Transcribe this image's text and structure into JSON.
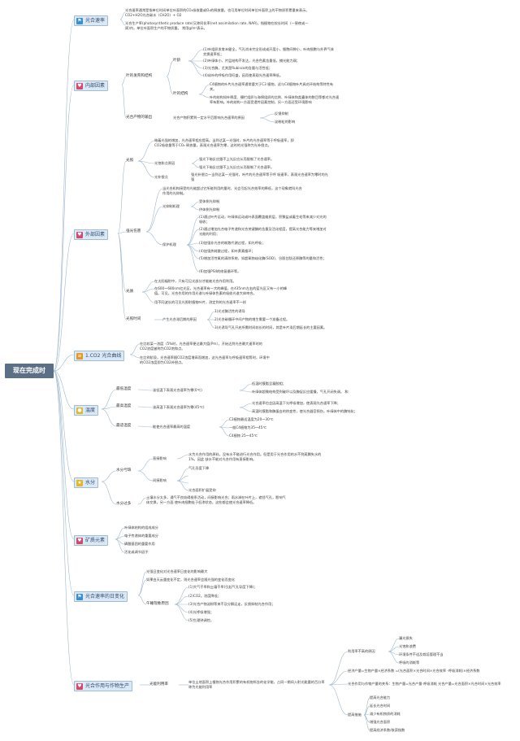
{
  "root": "现在完成时",
  "colors": {
    "line": "#9fb8d0",
    "category_bg": "#dbe9f6",
    "root_bg": "#5b6f86"
  },
  "sections": {
    "rate": {
      "title": "光合速率",
      "icon": "flag-icon",
      "t1": "光合速率通常是指单位时间单位叶面积的CO₂吸收量或O₂的释放量，也可用单位时间单位叶面积上的干物质积累量来表示。 CO2+H2O光合碳水（CH2O）+ O2",
      "t2": "光合生产率(photosynthetic produce rate)又称同化率(net assimilation rate, NAR)，指植物在较长时间（一昼夜或一周)内，单位叶面积生产的干物质量。 常用g/m²表示。"
    },
    "internal": {
      "title": "内部因素",
      "icon": "heart-icon",
      "n1": "叶的发育和结构",
      "n1a": "叶龄",
      "n1a1": "(1)叶组织发育未健全，气孔尚未完全形成或开度小，细胞间隙小，叶肉细胞与外界气体交换速率低；",
      "n1a2": "(2)叶绿体小，片层结构不发达，光合色素含量低，捕光能力弱；",
      "n1a3": "(3)光合酶，尤其是Rubisco的含量与活性低；",
      "n1a4": "(4)幼叶的呼吸作用旺盛，因而使表观光合速率降低。",
      "n1b": "叶的结构",
      "n1b1": "C4植物的叶片光合速率通常要大于C3 植物，这与C4植物叶片具花环结构等特性有关。",
      "n1b2": "叶的结构如叶厚度、栅栏组织与海绵组织的比例、叶绿体和类囊体的数目等都对光合速率有影响。叶的结构一方面受遗传因素控制，另一方面还受环境影响",
      "n2": "光合产物的输出",
      "n2a": "光合产物积累到一定水平后影响光合速率的原因",
      "n2a1": "反馈抑制",
      "n2a2": "淀粉粒的影响"
    },
    "external": {
      "title": "外部因素",
      "icon": "heart-icon",
      "light": "光照",
      "light_t": "暗着光强的增加，光合速率相应提高。当到达某一光强时，叶片的光合速率等于呼吸速率，即CO2吸收量等于CO₂ 释放量，表观光合速率为零，这时的光强称为光补偿点。",
      "lc": "光饱和点原因",
      "lc1": "强光下暗反应跟不上光反应从而限制了光合速率。",
      "lc2": "强光下暗反应跟不上光反应从而限制了光合速率。",
      "lcp": "光补偿点",
      "lcp1": "强光补偿点一当到达某一光强时，叶片的光合速率等于呼 吸速率，表观光合速率为零时的光强",
      "inhib": "强光伤害",
      "inhib_t": "当光合机构接受的光能超过它所能利用的量时，光会引起光合效率的降低，这个现象就叫光合作用的光抑制。",
      "inhib_mech": "光抑制机理",
      "inhib_m1": "受体侧光抑制",
      "inhib_m2": "供体侧光抑制",
      "protect": "保护机理",
      "p1": "(1)通过叶片运动，叶绿体运动或叶表面覆盖蜡质层，积聚盐或着生毛等来减少对光的吸收；",
      "p2": "(2)通过增加光合电子传递和光合关键酶的含量及活化程度，提高光合能力等来增加对光能的利用；",
      "p3": "(3)加强非光合的耗散代谢过程，如光呼吸；",
      "p4": "(4)加强热耗散过程，如叶黄素循环；",
      "p5": "(5)增加活性氧的清除系统，如超氧物歧化酶(SOD)、谷胱甘肽还原酶等的量和活性；",
      "p6": "(6)加强PSII的修复循环等。",
      "quality": "光质",
      "q1": "在太阳辐射中，只有可见光部分才能被光合作用利用。",
      "q2": "在600～680nm红光区，光合速率有一大的峰值，在435nm左右的蓝光区又有一小的峰值。可见，光合作用的作用光谱与叶绿体色素的吸收光谱大体吻合。",
      "q3": "用不同波长的可见光照射植物叶片，测定到的光合速率不一样",
      "time": "光照时间",
      "time_n": "产生光合滞后期的原因",
      "time1": "1)光对酶活性的诱导",
      "time2": "2)光合碳循环中间产物的增生需要一个准备过程。",
      "time3": "3)光诱导气孔开启所需时间较长的时间，其是叶片滞后期延长的主要因素。"
    },
    "co2": {
      "title": "1.CO2 光合曲线",
      "icon": "list-icon",
      "t1": "在比较某一浓度（5%时，光合速率便达最大值(Pm），开始达到光合最大速率时的CO2浓度被称为CO2饱和点。",
      "t2": "在比例阶段，光合速率随CO2浓度增高而增加，这光合速率与呼吸速率相等时，环境中的CO2浓度即为CO2补偿点。"
    },
    "temp": {
      "title": "温度",
      "icon": "circle-icon",
      "r1": "最低温度",
      "r1a": "该低温下表观光合速率为零(0℃)",
      "r1b1": "低温时膜脂呈凝胶相；",
      "r1b2": "叶绿体超微结构受到破坏以及酶促反应缓慢，气孔开闭失调。 和",
      "r2": "最高温度",
      "r2a": "该高温下表观光合速率为零(45℃)",
      "r2b1": "高温时膜脂和酶蛋白的热变性，使光合器官损伤，叶绿体中的酶钝化；",
      "r2b2": "光合速率也会因高温下光呼吸增加，使表观光合速率下降；",
      "r3": "最适温度",
      "r3a": "能使光合速率最高的温度",
      "r3b1": "C3植物最适温度为20～30℃",
      "r3b2": "一般C4植物为35～45℃",
      "r3b3": "C4植物 25～45℃"
    },
    "water": {
      "title": "水分",
      "icon": "star-icon",
      "w1": "水分亏缺",
      "w1a": "直接影响",
      "w1a1": "水为光合作用的原料，没有水不能进行光合作用。但是用于光合作用的水不到蒸腾失水的1%，因此 缺水不能对光合作用有直接影响。",
      "w1b": "间接影响",
      "w1b1": "气孔导度下降",
      "w1b2": "",
      "w1b3": "",
      "w1b4": "光合面积扩展受抑",
      "w2": "水分过多",
      "w2a": "土壤水分太多，通气不良妨碍根系活动，间接影响光合；雨水淋在叶片上，遮挡气孔，影响气体交换，另一方面 使叶肉细胞处于低渗状态，这些都会使光合速率降低。"
    },
    "mineral": {
      "title": "矿质元素",
      "icon": "heart-icon",
      "m1": "叶绿体结构的组成成分",
      "m2": "电子传递体的重要成分",
      "m3": "磷酸基团的重要作用",
      "m4": "活化或调节因子"
    },
    "daily": {
      "title": "光合速率的日变化",
      "icon": "flag-icon",
      "d1": "光强日变化对光合速率日变化的影响最大",
      "d2": "如果白天云量变化不定，则光合速率会随光强的变化而变化",
      "d3": "午睡现象原因",
      "d3a": "(1)大气干旱和土壤干旱(引起气孔导度下降)；",
      "d3b": "(2)CO2。浓度降低；",
      "d3c": "(3)光合产物淀粉等来不及分解运走，反馈抑制光合作用；",
      "d3d": "(4)光呼吸增强；",
      "d3e": "(5)生理钟调控。"
    },
    "production": {
      "title": "光合作用与作物生产",
      "icon": "heart-icon",
      "p": "光能利用率",
      "p_t": "单位土地面积上植物光合作用积累的有机物所含的化学能，占同一期间入射光能量的百分率称为光能利用率",
      "p1": "利用率不高的原因",
      "p1a": "漏光损失",
      "p1b": "光饱和浪费",
      "p1c": "环境条件不适及栽培管理不当",
      "p1d": "呼吸的消耗等",
      "p2a": "经济产量=生物产量×经济系数 =(光合面积×光合时间×光合效率 -呼吸消耗)×经济系数",
      "p2b": "光合作用与作物产量的关系：生物产量=光合产量-呼吸消耗 光合产量=光合面积×光合时间×光合效率",
      "p3": "提高措施",
      "p3a": "提高光合能力",
      "p3b": "延长光合时间",
      "p3c": "减少有机物质的消耗",
      "p3d": "增强光合面积",
      "p3e": "提高经济系数/收获指数"
    }
  }
}
